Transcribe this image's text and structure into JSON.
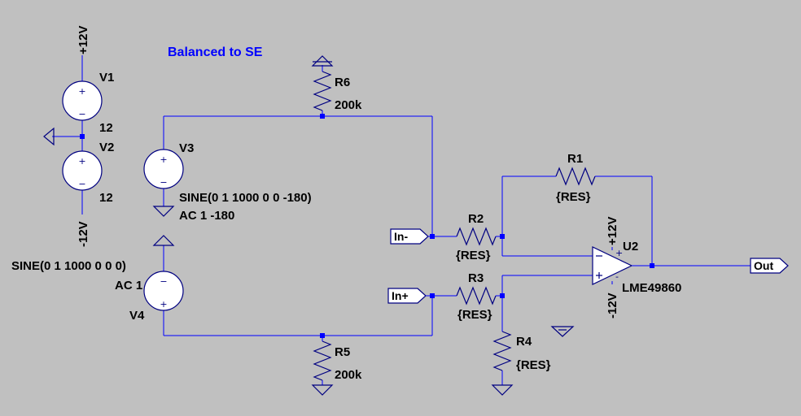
{
  "title": "Balanced to SE",
  "sources": {
    "v1": {
      "name": "V1",
      "value": "12"
    },
    "v2": {
      "name": "V2",
      "value": "12"
    },
    "v3": {
      "name": "V3",
      "value": "SINE(0 1 1000 0 0 -180)",
      "ac": "AC 1 -180"
    },
    "v4": {
      "name": "V4",
      "value": "SINE(0 1 1000 0 0 0)",
      "ac": "AC 1"
    }
  },
  "resistors": {
    "r1": {
      "name": "R1",
      "value": "{RES}"
    },
    "r2": {
      "name": "R2",
      "value": "{RES}"
    },
    "r3": {
      "name": "R3",
      "value": "{RES}"
    },
    "r4": {
      "name": "R4",
      "value": "{RES}"
    },
    "r5": {
      "name": "R5",
      "value": "200k"
    },
    "r6": {
      "name": "R6",
      "value": "200k"
    }
  },
  "opamp": {
    "name": "U2",
    "model": "LME49860",
    "plus_sign": "+",
    "minus_sign": "-"
  },
  "nets": {
    "pos_supply": "+12V",
    "neg_supply": "-12V",
    "in_minus": "In-",
    "in_plus": "In+",
    "out": "Out"
  },
  "symbols": {
    "plus": "+",
    "minus": "−"
  }
}
